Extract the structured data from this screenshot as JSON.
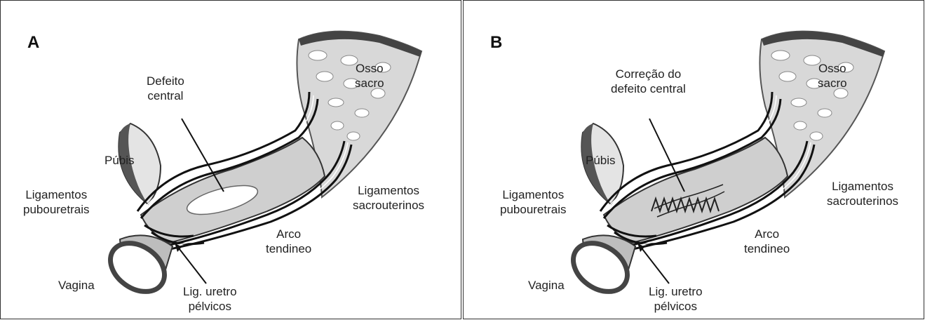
{
  "panels": [
    {
      "letter": "A",
      "center_label": [
        "Defeito",
        "central"
      ],
      "osso_sacro": [
        "Osso",
        "sacro"
      ],
      "pubis": "Púbis",
      "ligamentos_pubouretrais": [
        "Ligamentos",
        "pubouretrais"
      ],
      "ligamentos_sacrouterinos": [
        "Ligamentos",
        "sacrouterinos"
      ],
      "arco_tendineo": [
        "Arco",
        "tendineo"
      ],
      "vagina": "Vagina",
      "lig_uretro_pelvicos": [
        "Lig. uretro",
        "pélvicos"
      ]
    },
    {
      "letter": "B",
      "center_label": [
        "Correção do",
        "defeito central"
      ],
      "osso_sacro": [
        "Osso",
        "sacro"
      ],
      "pubis": "Púbis",
      "ligamentos_pubouretrais": [
        "Ligamentos",
        "pubouretrais"
      ],
      "ligamentos_sacrouterinos": [
        "Ligamentos",
        "sacrouterinos"
      ],
      "arco_tendineo": [
        "Arco",
        "tendineo"
      ],
      "vagina": "Vagina",
      "lig_uretro_pelvicos": [
        "Lig. uretro",
        "pélvicos"
      ]
    }
  ]
}
